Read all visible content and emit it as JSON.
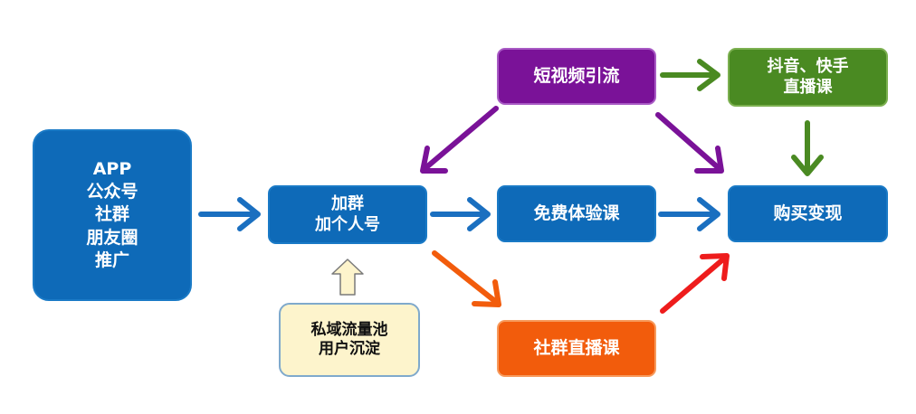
{
  "nodes": {
    "promotion": {
      "lines": [
        "APP",
        "公众号",
        "社群",
        "朋友圈",
        "推广"
      ]
    },
    "join_group": {
      "lines": [
        "加群",
        "加个人号"
      ]
    },
    "private_pool": {
      "lines": [
        "私域流量池",
        "用户沉淀"
      ]
    },
    "short_video": {
      "lines": [
        "短视频引流"
      ]
    },
    "douyin_kuaishou": {
      "lines": [
        "抖音、快手",
        "直播课"
      ]
    },
    "free_trial": {
      "lines": [
        "免费体验课"
      ]
    },
    "purchase": {
      "lines": [
        "购买变现"
      ]
    },
    "community_live": {
      "lines": [
        "社群直播课"
      ]
    }
  },
  "colors": {
    "blue": "#0e6ab8",
    "purple": "#7a1298",
    "green": "#4a8a22",
    "orange": "#f25c0c",
    "red": "#ee1c1c",
    "pale_yellow": "#fdf4cc"
  }
}
